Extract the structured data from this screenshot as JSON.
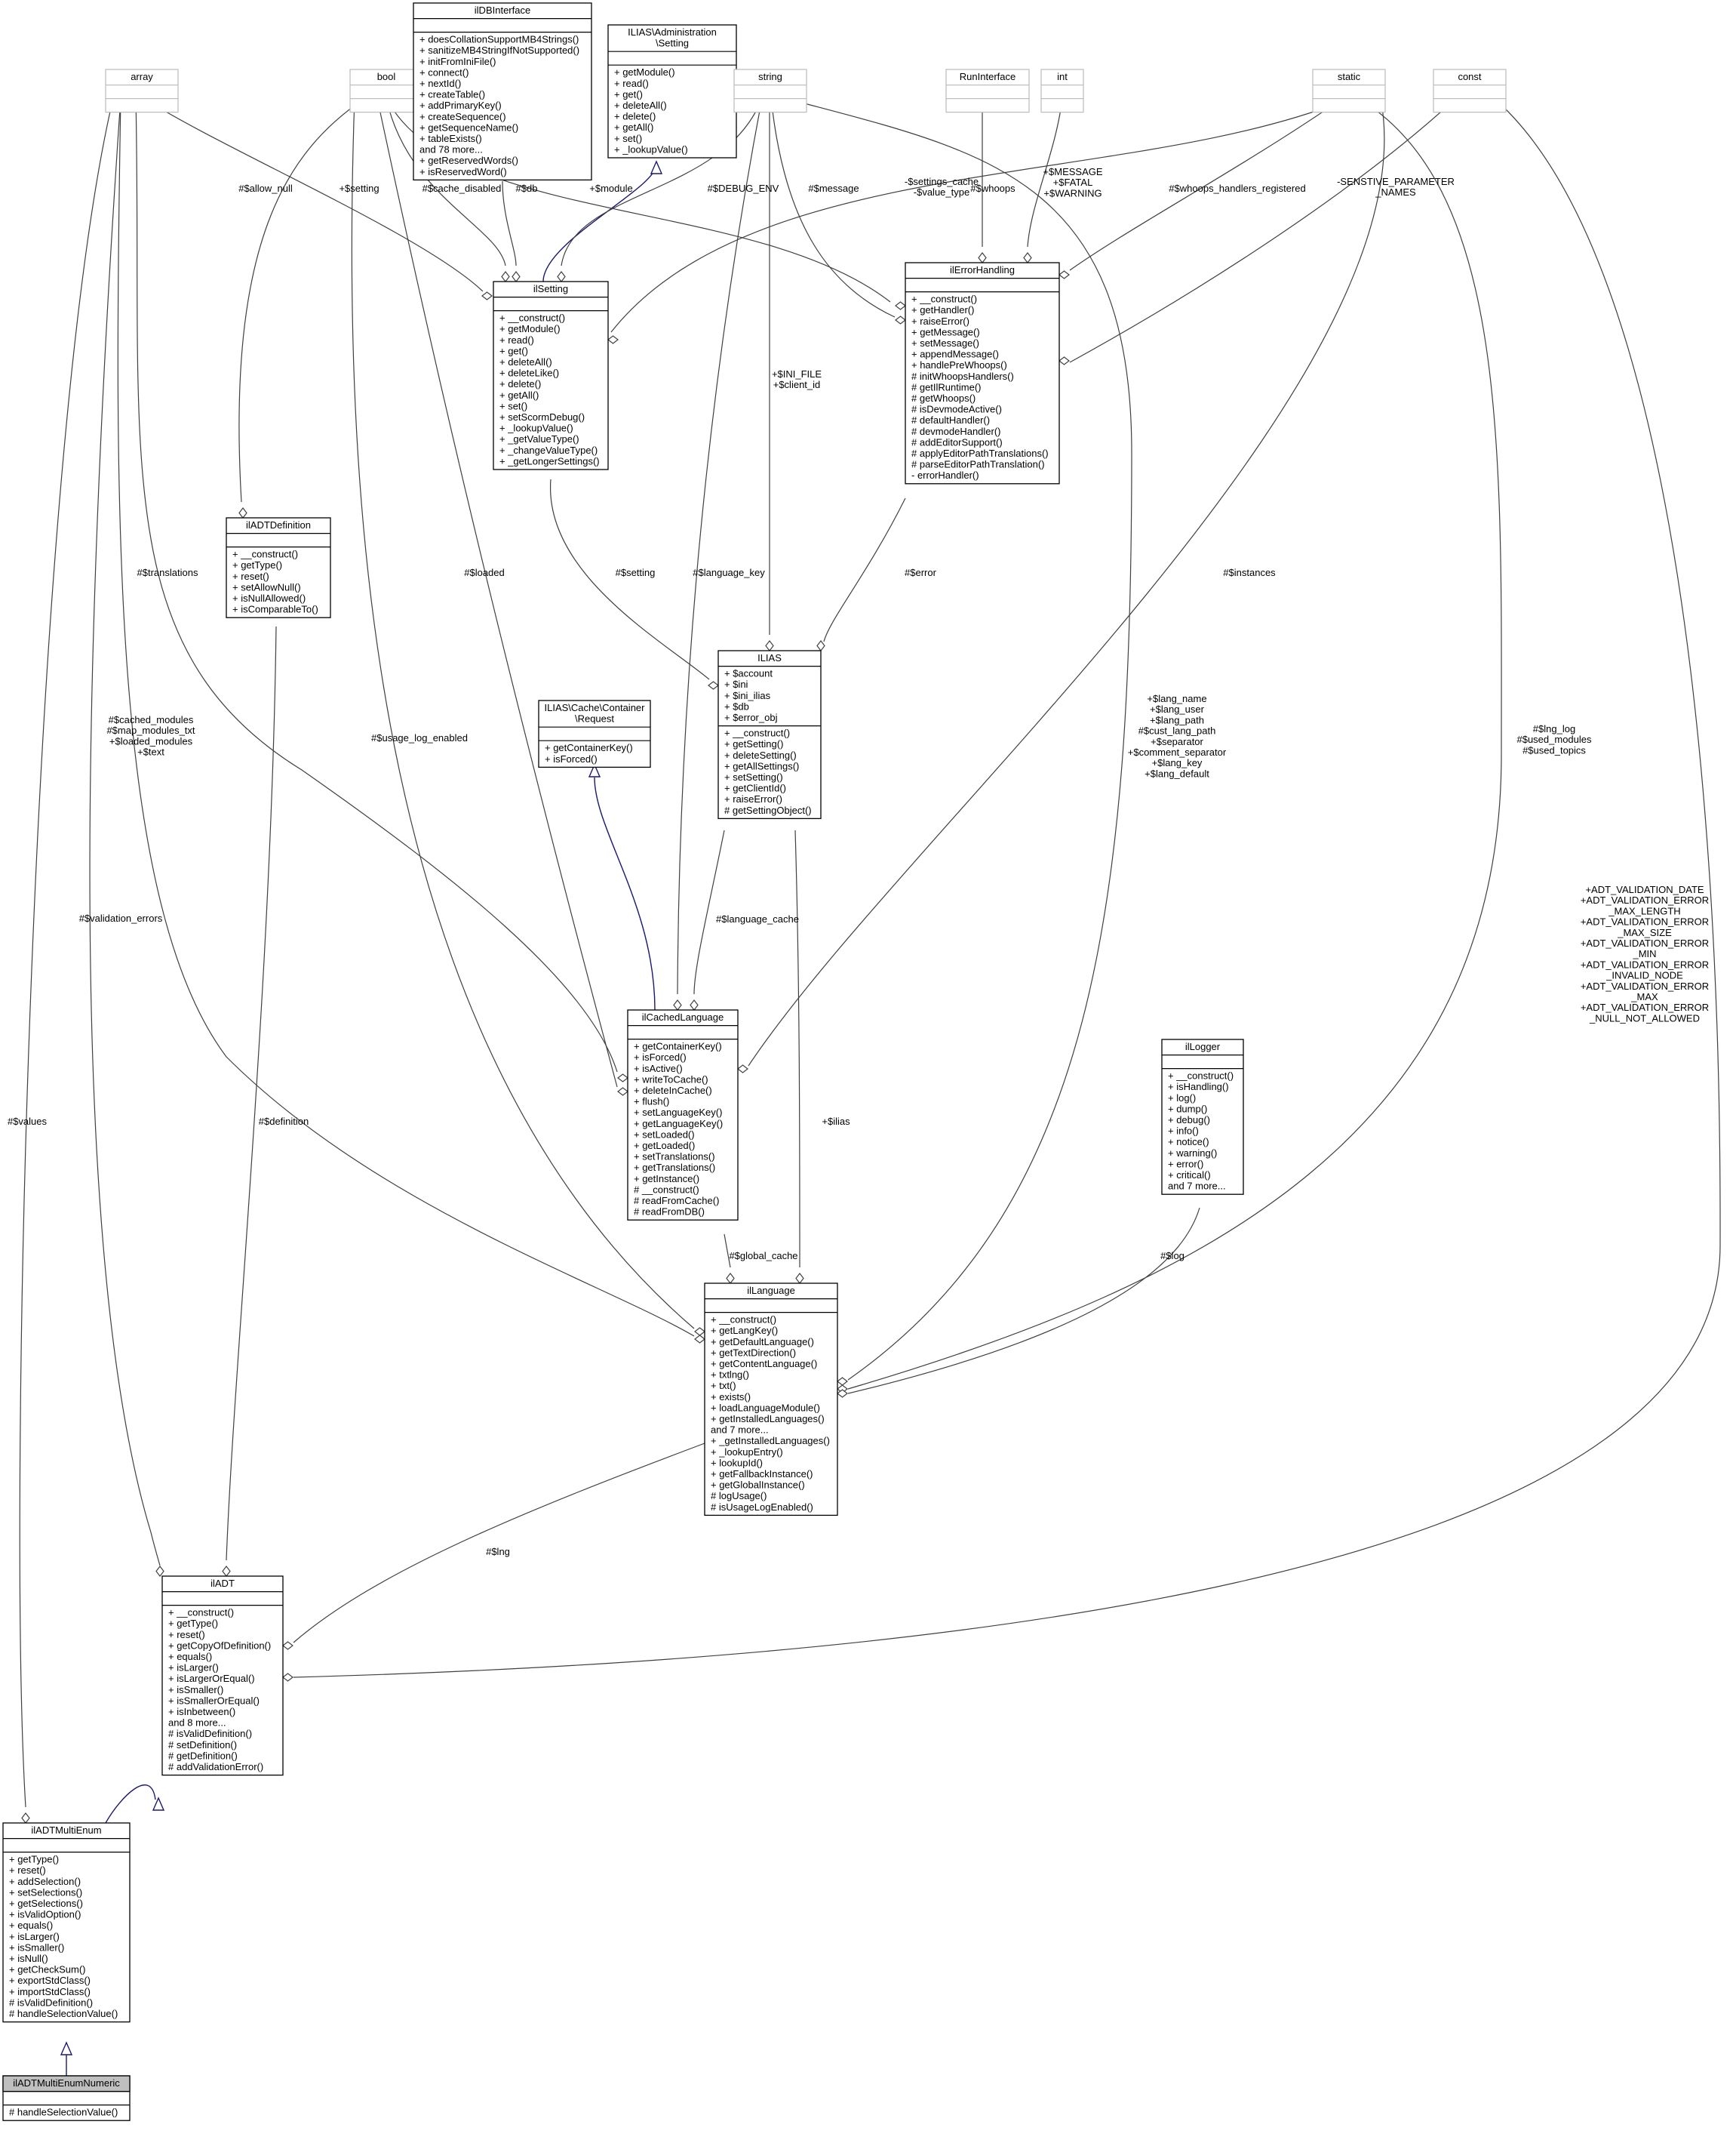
{
  "diagram": {
    "type": "uml-collaboration-graph",
    "focus_class": "ilADTMultiEnumNumeric",
    "classes": {
      "array": {
        "name": "array",
        "attributes": [],
        "methods": []
      },
      "bool": {
        "name": "bool",
        "attributes": [],
        "methods": []
      },
      "ilDBInterface": {
        "name": "ilDBInterface",
        "attributes": [],
        "methods": [
          "+ doesCollationSupportMB4Strings()",
          "+ sanitizeMB4StringIfNotSupported()",
          "+ initFromIniFile()",
          "+ connect()",
          "+ nextId()",
          "+ createTable()",
          "+ addPrimaryKey()",
          "+ createSequence()",
          "+ getSequenceName()",
          "+ tableExists()",
          "and 78 more...",
          "+ getReservedWords()",
          "+ isReservedWord()"
        ]
      },
      "adminSetting": {
        "name": "ILIAS\\Administration\n\\Setting",
        "attributes": [],
        "methods": [
          "+ getModule()",
          "+ read()",
          "+ get()",
          "+ deleteAll()",
          "+ delete()",
          "+ getAll()",
          "+ set()",
          "+ _lookupValue()"
        ]
      },
      "string": {
        "name": "string",
        "attributes": [],
        "methods": []
      },
      "RunInterface": {
        "name": "RunInterface",
        "attributes": [],
        "methods": []
      },
      "int": {
        "name": "int",
        "attributes": [],
        "methods": []
      },
      "static": {
        "name": "static",
        "attributes": [],
        "methods": []
      },
      "const": {
        "name": "const",
        "attributes": [],
        "methods": []
      },
      "ilSetting": {
        "name": "ilSetting",
        "attributes": [],
        "methods": [
          "+ __construct()",
          "+ getModule()",
          "+ read()",
          "+ get()",
          "+ deleteAll()",
          "+ deleteLike()",
          "+ delete()",
          "+ getAll()",
          "+ set()",
          "+ setScormDebug()",
          "+ _lookupValue()",
          "+ _getValueType()",
          "+ _changeValueType()",
          "+ _getLongerSettings()"
        ]
      },
      "ilErrorHandling": {
        "name": "ilErrorHandling",
        "attributes": [],
        "methods": [
          "+ __construct()",
          "+ getHandler()",
          "+ raiseError()",
          "+ getMessage()",
          "+ setMessage()",
          "+ appendMessage()",
          "+ handlePreWhoops()",
          "# initWhoopsHandlers()",
          "# getIlRuntime()",
          "# getWhoops()",
          "# isDevmodeActive()",
          "# defaultHandler()",
          "# devmodeHandler()",
          "# addEditorSupport()",
          "# applyEditorPathTranslations()",
          "# parseEditorPathTranslation()",
          "- errorHandler()"
        ]
      },
      "ilADTDefinition": {
        "name": "ilADTDefinition",
        "attributes": [],
        "methods": [
          "+ __construct()",
          "+ getType()",
          "+ reset()",
          "+ setAllowNull()",
          "+ isNullAllowed()",
          "+ isComparableTo()"
        ]
      },
      "ILIAS": {
        "name": "ILIAS",
        "attributes": [
          "+ $account",
          "+ $ini",
          "+ $ini_ilias",
          "+ $db",
          "+ $error_obj"
        ],
        "methods": [
          "+ __construct()",
          "+ getSetting()",
          "+ deleteSetting()",
          "+ getAllSettings()",
          "+ setSetting()",
          "+ getClientId()",
          "+ raiseError()",
          "# getSettingObject()"
        ]
      },
      "cacheRequest": {
        "name": "ILIAS\\Cache\\Container\n\\Request",
        "attributes": [],
        "methods": [
          "+ getContainerKey()",
          "+ isForced()"
        ]
      },
      "ilCachedLanguage": {
        "name": "ilCachedLanguage",
        "attributes": [],
        "methods": [
          "+ getContainerKey()",
          "+ isForced()",
          "+ isActive()",
          "+ writeToCache()",
          "+ deleteInCache()",
          "+ flush()",
          "+ setLanguageKey()",
          "+ getLanguageKey()",
          "+ setLoaded()",
          "+ getLoaded()",
          "+ setTranslations()",
          "+ getTranslations()",
          "+ getInstance()",
          "# __construct()",
          "# readFromCache()",
          "# readFromDB()"
        ]
      },
      "ilLogger": {
        "name": "ilLogger",
        "attributes": [],
        "methods": [
          "+ __construct()",
          "+ isHandling()",
          "+ log()",
          "+ dump()",
          "+ debug()",
          "+ info()",
          "+ notice()",
          "+ warning()",
          "+ error()",
          "+ critical()",
          "and 7 more..."
        ]
      },
      "ilLanguage": {
        "name": "ilLanguage",
        "attributes": [],
        "methods": [
          "+ __construct()",
          "+ getLangKey()",
          "+ getDefaultLanguage()",
          "+ getTextDirection()",
          "+ getContentLanguage()",
          "+ txtlng()",
          "+ txt()",
          "+ exists()",
          "+ loadLanguageModule()",
          "+ getInstalledLanguages()",
          "and 7 more...",
          "+ _getInstalledLanguages()",
          "+ _lookupEntry()",
          "+ lookupId()",
          "+ getFallbackInstance()",
          "+ getGlobalInstance()",
          "# logUsage()",
          "# isUsageLogEnabled()"
        ]
      },
      "ilADT": {
        "name": "ilADT",
        "attributes": [],
        "methods": [
          "+ __construct()",
          "+ getType()",
          "+ reset()",
          "+ getCopyOfDefinition()",
          "+ equals()",
          "+ isLarger()",
          "+ isLargerOrEqual()",
          "+ isSmaller()",
          "+ isSmallerOrEqual()",
          "+ isInbetween()",
          "and 8 more...",
          "# isValidDefinition()",
          "# setDefinition()",
          "# getDefinition()",
          "# addValidationError()"
        ]
      },
      "ilADTMultiEnum": {
        "name": "ilADTMultiEnum",
        "attributes": [],
        "methods": [
          "+ getType()",
          "+ reset()",
          "+ addSelection()",
          "+ setSelections()",
          "+ getSelections()",
          "+ isValidOption()",
          "+ equals()",
          "+ isLarger()",
          "+ isSmaller()",
          "+ isNull()",
          "+ getCheckSum()",
          "+ exportStdClass()",
          "+ importStdClass()",
          "# isValidDefinition()",
          "# handleSelectionValue()"
        ]
      },
      "ilADTMultiEnumNumeric": {
        "name": "ilADTMultiEnumNumeric",
        "attributes": [],
        "methods": [
          "# handleSelectionValue()"
        ]
      }
    },
    "edge_labels": {
      "allow_null": "#$allow_null",
      "setting_array": "+$setting",
      "cache_disabled": "#$cache_disabled",
      "db": "#$db",
      "module": "+$module",
      "debug_env": "#$DEBUG_ENV",
      "message": "#$message",
      "whoops": "#$whoops",
      "error_consts": "+$MESSAGE\n+$FATAL\n+$WARNING",
      "settings_cache": "-$settings_cache\n-$value_type",
      "whoops_registered": "#$whoops_handlers_registered",
      "sensitive": "-SENSTIVE_PARAMETER\n_NAMES",
      "ini_file": "+$INI_FILE\n+$client_id",
      "translations": "#$translations",
      "loaded": "#$loaded",
      "setting_ilias": "#$setting",
      "language_key": "#$language_key",
      "error": "#$error",
      "instances": "#$instances",
      "lang_vars": "+$lang_name\n+$lang_user\n+$lang_path\n#$cust_lang_path\n+$separator\n+$comment_separator\n+$lang_key\n+$lang_default",
      "lng_log": "#$lng_log\n#$used_modules\n#$used_topics",
      "cached_modules": "#$cached_modules\n#$map_modules_txt\n+$loaded_modules\n+$text",
      "usage_log": "#$usage_log_enabled",
      "language_cache": "#$language_cache",
      "validation_errors": "#$validation_errors",
      "adt_consts": "+ADT_VALIDATION_DATE\n+ADT_VALIDATION_ERROR\n_MAX_LENGTH\n+ADT_VALIDATION_ERROR\n_MAX_SIZE\n+ADT_VALIDATION_ERROR\n_MIN\n+ADT_VALIDATION_ERROR\n_INVALID_NODE\n+ADT_VALIDATION_ERROR\n_MAX\n+ADT_VALIDATION_ERROR\n_NULL_NOT_ALLOWED",
      "values": "#$values",
      "definition": "#$definition",
      "ilias": "+$ilias",
      "log": "#$log",
      "global_cache": "#$global_cache",
      "lng": "#$lng"
    }
  }
}
